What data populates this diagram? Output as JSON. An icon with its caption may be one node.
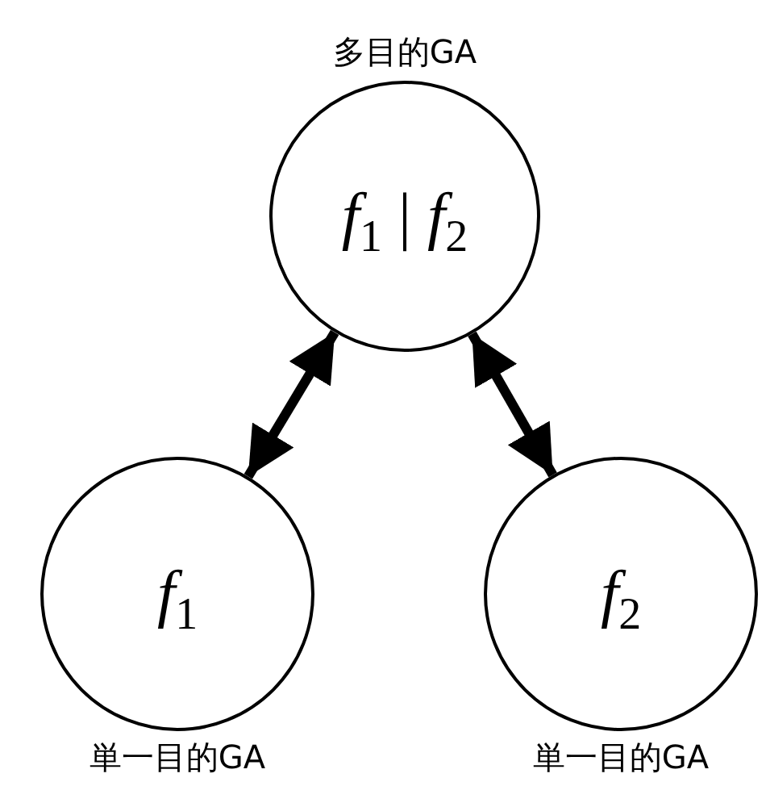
{
  "diagram": {
    "nodes": [
      {
        "text": [
          "多目的GA",
          "*f*$_{1}$ | *f*$_{2}$"
        ]
      },
      {
        "text": [
          "*f*$_{1}$",
          "単一目的GA"
        ]
      },
      {
        "text": [
          "*f*$_{2}$",
          "単一目的GA"
        ]
      }
    ],
    "edges": [
      {
        "from": 0,
        "to": 1,
        "arrow": "both"
      },
      {
        "from": 0,
        "to": 2,
        "arrow": "both"
      }
    ]
  }
}
